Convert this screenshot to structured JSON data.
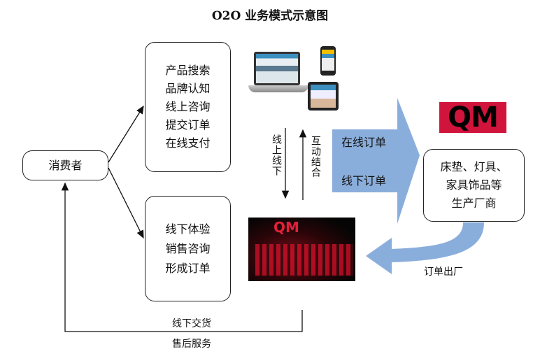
{
  "title": "O2O 业务模式示意图",
  "consumer": "消费者",
  "online_steps": [
    "产品搜索",
    "品牌认知",
    "线上咨询",
    "提交订单",
    "在线支付"
  ],
  "offline_steps": [
    "线下体验",
    "销售咨询",
    "形成订单"
  ],
  "online_offline": "线上线下",
  "interaction": "互动结合",
  "big_arrow": {
    "online_order": "在线订单",
    "offline_order": "线下订单"
  },
  "logo": "QM",
  "manufacturer": [
    "床垫、灯具、",
    "家具饰品等",
    "生产厂商"
  ],
  "factory_out": "订单出厂",
  "delivery": "线下交货",
  "after_sales": "售后服务",
  "colors": {
    "arrow_blue": "#8aaedc",
    "logo_red": "#d0143c"
  }
}
